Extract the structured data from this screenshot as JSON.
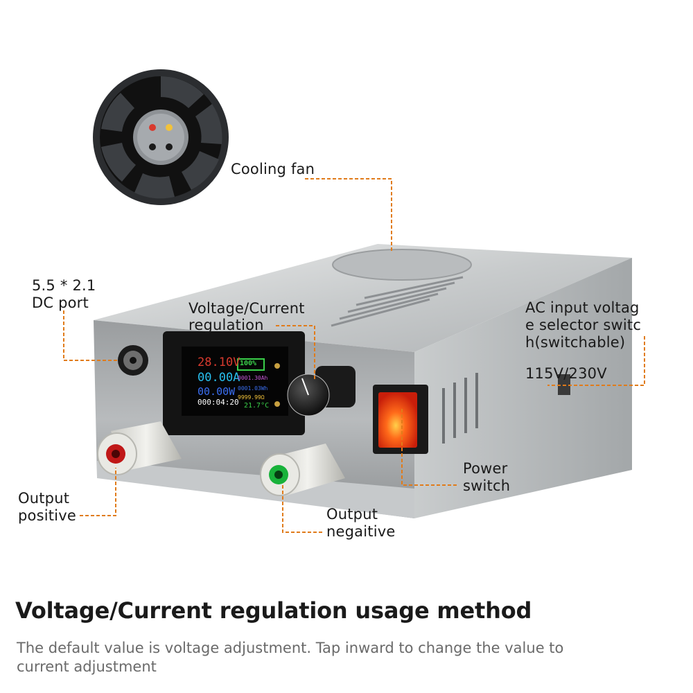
{
  "callouts": {
    "cooling_fan": "Cooling fan",
    "dc_port_line1": "5.5 * 2.1",
    "dc_port_line2": "DC port",
    "regulation_line1": "Voltage/Current",
    "regulation_line2": "regulation",
    "ac_selector_line1": "AC input voltag",
    "ac_selector_line2": "e selector switc",
    "ac_selector_line3": "h(switchable)",
    "ac_selector_value": "115V/230V",
    "power_switch_line1": "Power",
    "power_switch_line2": "switch",
    "output_positive_line1": "Output",
    "output_positive_line2": "positive",
    "output_negative_line1": "Output",
    "output_negative_line2": "negaitive"
  },
  "display": {
    "voltage": "28.10V",
    "current": "00.00A",
    "power": "00.00W",
    "battery": "100%",
    "capacity_ah": "0001.30Ah",
    "energy_wh": "0001.03Wh",
    "resistance": "9999.99Ω",
    "timer": "000:04:20",
    "temperature": "21.7°C"
  },
  "heading": "Voltage/Current regulation usage method",
  "description_line1": "The default value is voltage adjustment. Tap inward to change the value to",
  "description_line2": "current adjustment",
  "colors": {
    "leader_line": "#e07b1a",
    "lcd_voltage": "#d83a2e",
    "lcd_current": "#28c0f0",
    "lcd_power": "#3a6ef0",
    "lcd_battery": "#3ad04a",
    "power_switch": "#ff4a1a"
  }
}
